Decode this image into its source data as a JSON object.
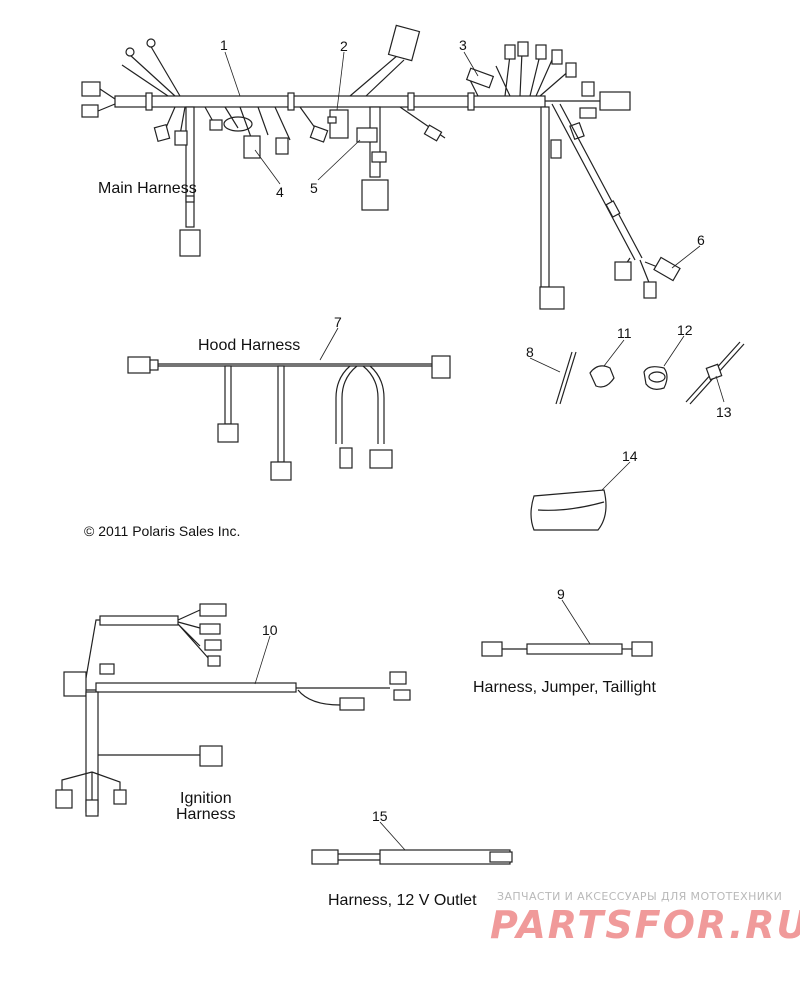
{
  "labels": {
    "main_harness": "Main Harness",
    "hood_harness": "Hood Harness",
    "copyright": "© 2011 Polaris Sales Inc.",
    "jumper_taillight": "Harness, Jumper, Taillight",
    "ignition_line1": "Ignition",
    "ignition_line2": "Harness",
    "outlet_12v": "Harness, 12 V Outlet"
  },
  "callouts": [
    "1",
    "2",
    "3",
    "4",
    "5",
    "6",
    "7",
    "8",
    "9",
    "10",
    "11",
    "12",
    "13",
    "14",
    "15"
  ],
  "watermark": {
    "tagline": "ЗАПЧАСТИ И АКСЕССУАРЫ ДЛЯ МОТОТЕХНИКИ",
    "brand": "PARTSFOR.RU"
  }
}
